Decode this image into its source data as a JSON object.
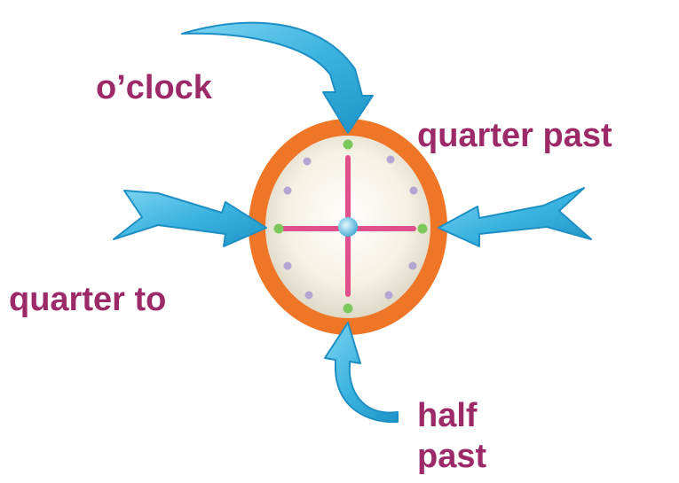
{
  "labels": {
    "oclock": "o’clock",
    "quarter_past": "quarter past",
    "quarter_to": "quarter to",
    "half_past_line1": "half",
    "half_past_line2": "past"
  },
  "colors": {
    "label_text": "#9c2a68",
    "arrow_fill": "#3cb4e0",
    "arrow_stroke": "#1e8fc4",
    "clock_rim": "#ef7626",
    "clock_face": "#f2eee0",
    "clock_hands": "#e0508c",
    "marker_green": "#7cc85a",
    "marker_purple": "#b2a6d4"
  },
  "icons": {
    "arrows": "curved-arrow-icon",
    "clock": "clock-face-icon"
  }
}
